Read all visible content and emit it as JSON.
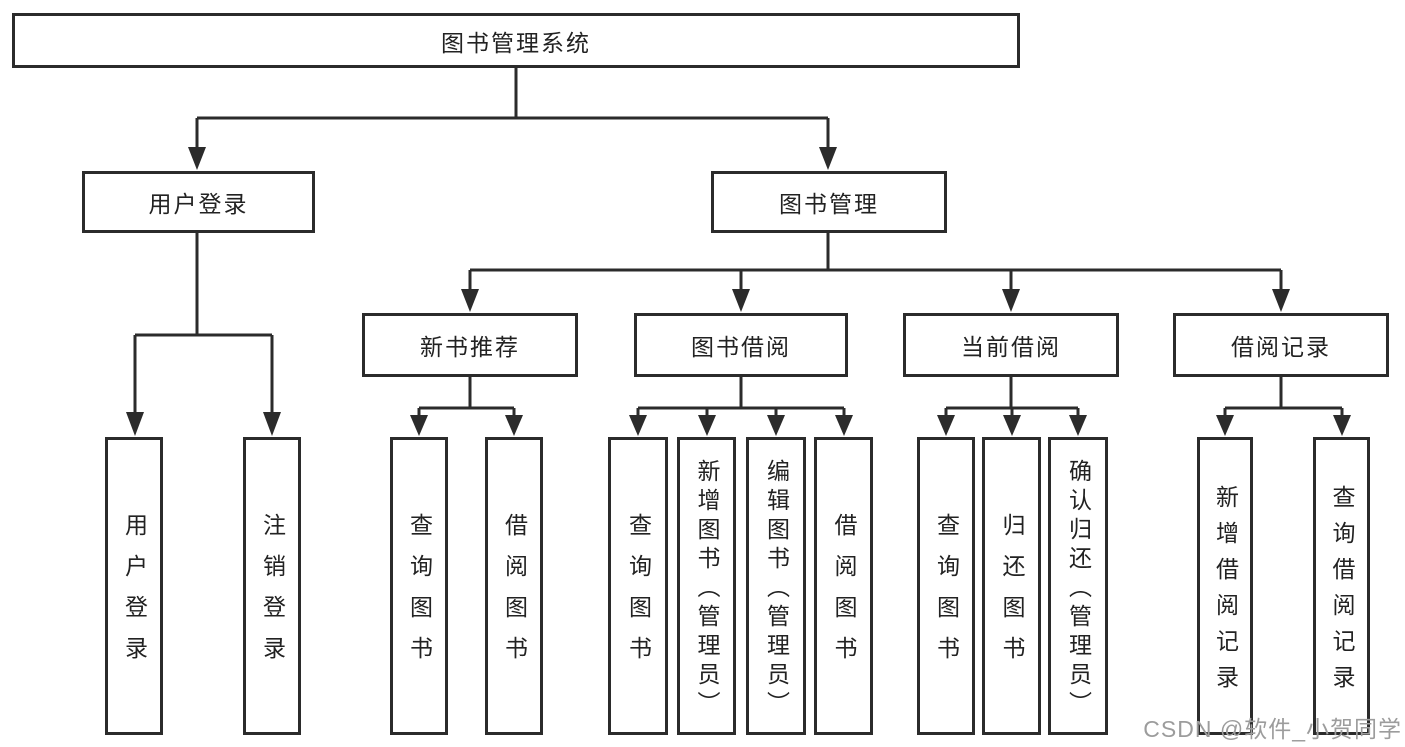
{
  "diagram_title": "图书管理系统",
  "tree": {
    "label": "图书管理系统",
    "children": [
      {
        "label": "用户登录",
        "children": [
          {
            "label": "用户登录"
          },
          {
            "label": "注销登录"
          }
        ]
      },
      {
        "label": "图书管理",
        "children": [
          {
            "label": "新书推荐",
            "children": [
              {
                "label": "查询图书"
              },
              {
                "label": "借阅图书"
              }
            ]
          },
          {
            "label": "图书借阅",
            "children": [
              {
                "label": "查询图书"
              },
              {
                "label": "新增图书（管理员）"
              },
              {
                "label": "编辑图书（管理员）"
              },
              {
                "label": "借阅图书"
              }
            ]
          },
          {
            "label": "当前借阅",
            "children": [
              {
                "label": "查询图书"
              },
              {
                "label": "归还图书"
              },
              {
                "label": "确认归还（管理员）"
              }
            ]
          },
          {
            "label": "借阅记录",
            "children": [
              {
                "label": "新增借阅记录"
              },
              {
                "label": "查询借阅记录"
              }
            ]
          }
        ]
      }
    ]
  },
  "watermark": "CSDN @软件_小贺同学",
  "colors": {
    "line": "#2b2b2b",
    "box_border": "#2b2b2b",
    "text": "#222222",
    "watermark": "#9c9c9c",
    "background": "#ffffff"
  }
}
